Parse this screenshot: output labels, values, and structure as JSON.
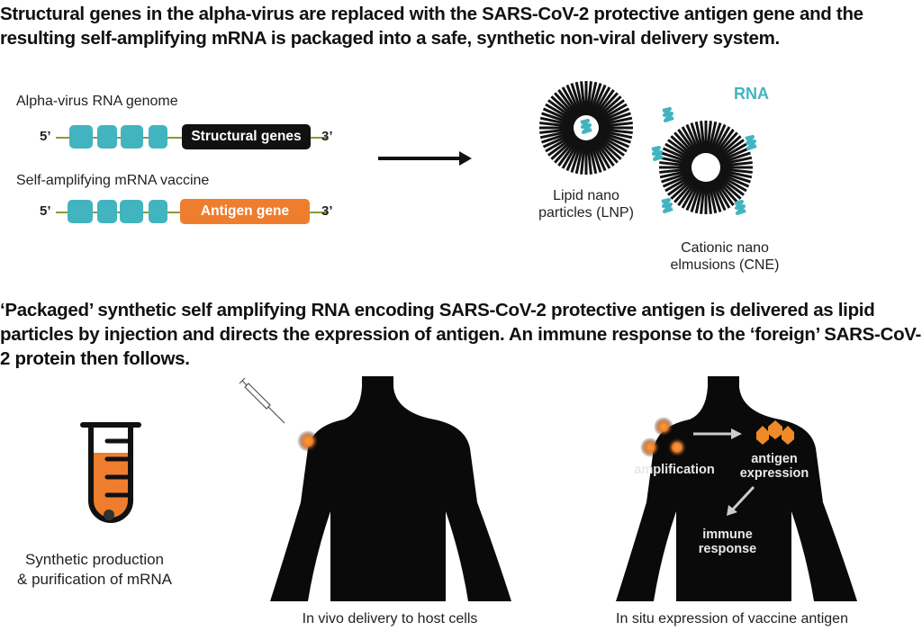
{
  "section1": {
    "heading": "Structural genes in the alpha-virus are replaced with the SARS-CoV-2 protective antigen gene and the resulting self-amplifying mRNA is packaged into a safe, synthetic non-viral delivery system.",
    "genome": {
      "label": "Alpha-virus RNA genome",
      "five_prime": "5’",
      "three_prime": "3’",
      "gene_label": "Structural genes",
      "gene_color": "#111111"
    },
    "vaccine": {
      "label": "Self-amplifying mRNA vaccine",
      "five_prime": "5’",
      "three_prime": "3’",
      "gene_label": "Antigen gene",
      "gene_color": "#ef7d2e"
    },
    "lnp_caption": [
      "Lipid nano",
      "particles (LNP)"
    ],
    "cne_caption": [
      "Cationic nano",
      "elmusions (CNE)"
    ],
    "rna_label": "RNA"
  },
  "section2": {
    "heading": "‘Packaged’ synthetic self amplifying RNA encoding SARS-CoV-2 protective antigen is delivered as lipid particles by injection and directs the expression of antigen. An immune response to the ‘foreign’ SARS-CoV-2 protein then follows.",
    "tube_caption": [
      "Synthetic production",
      "& purification of mRNA"
    ],
    "delivery_caption": "In vivo delivery to host cells",
    "expression_caption": "In situ expression of vaccine antigen",
    "amplification": "amplification",
    "antigen_expression": [
      "antigen",
      "expression"
    ],
    "immune_response": [
      "immune",
      "response"
    ]
  },
  "colors": {
    "teal": "#42b4bf",
    "orange": "#ef7d2e",
    "black": "#111111"
  }
}
